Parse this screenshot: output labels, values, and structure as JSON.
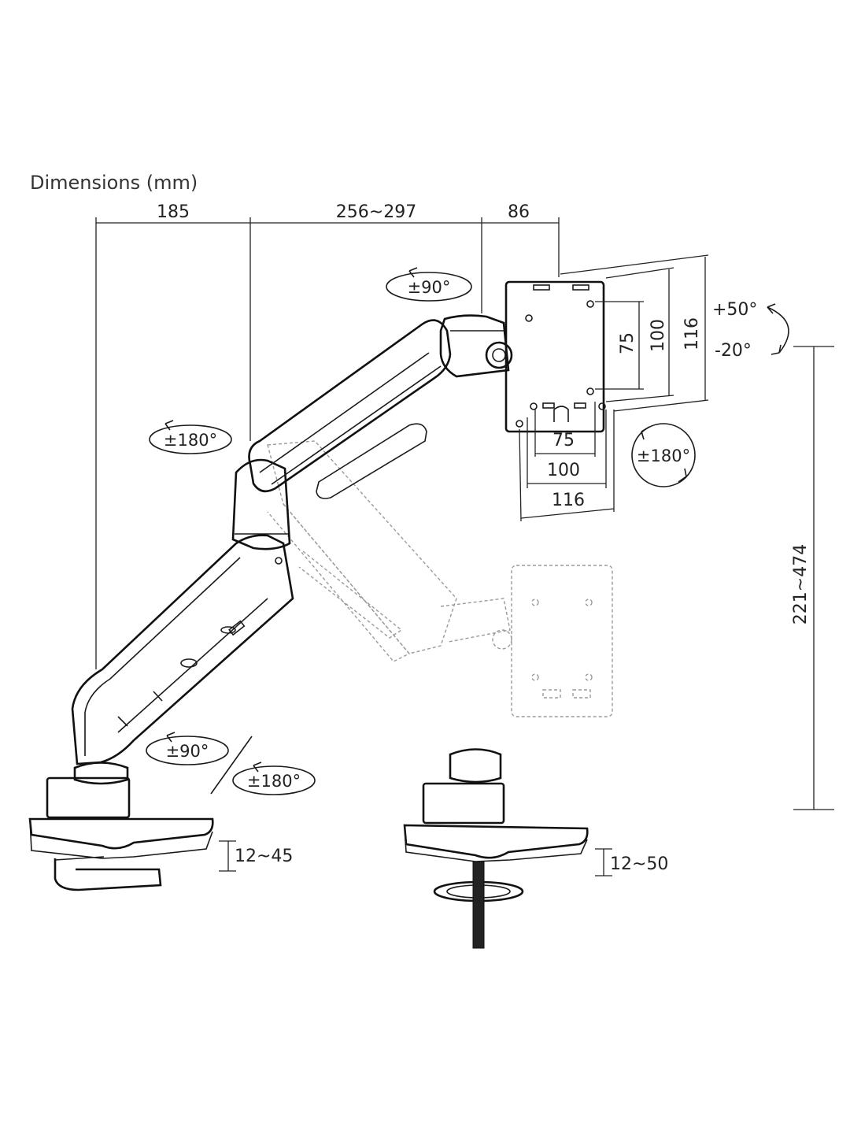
{
  "title": "Dimensions (mm)",
  "horizontal_dims": {
    "base_reach": "185",
    "arm_reach": "256~297",
    "head_depth": "86"
  },
  "vesa_vertical": {
    "inner": "75",
    "middle": "100",
    "outer": "116"
  },
  "vesa_horizontal": {
    "inner": "75",
    "middle": "100",
    "outer": "116"
  },
  "tilt": {
    "up": "+50°",
    "down": "-20°"
  },
  "rotations": {
    "head_swivel": "±90°",
    "elbow_swivel": "±180°",
    "screen_rotation": "±180°",
    "base_swivel": "±90°",
    "arm_swivel": "±180°"
  },
  "height_range": "221~474",
  "clamp_thickness": "12~45",
  "grommet_thickness": "12~50"
}
